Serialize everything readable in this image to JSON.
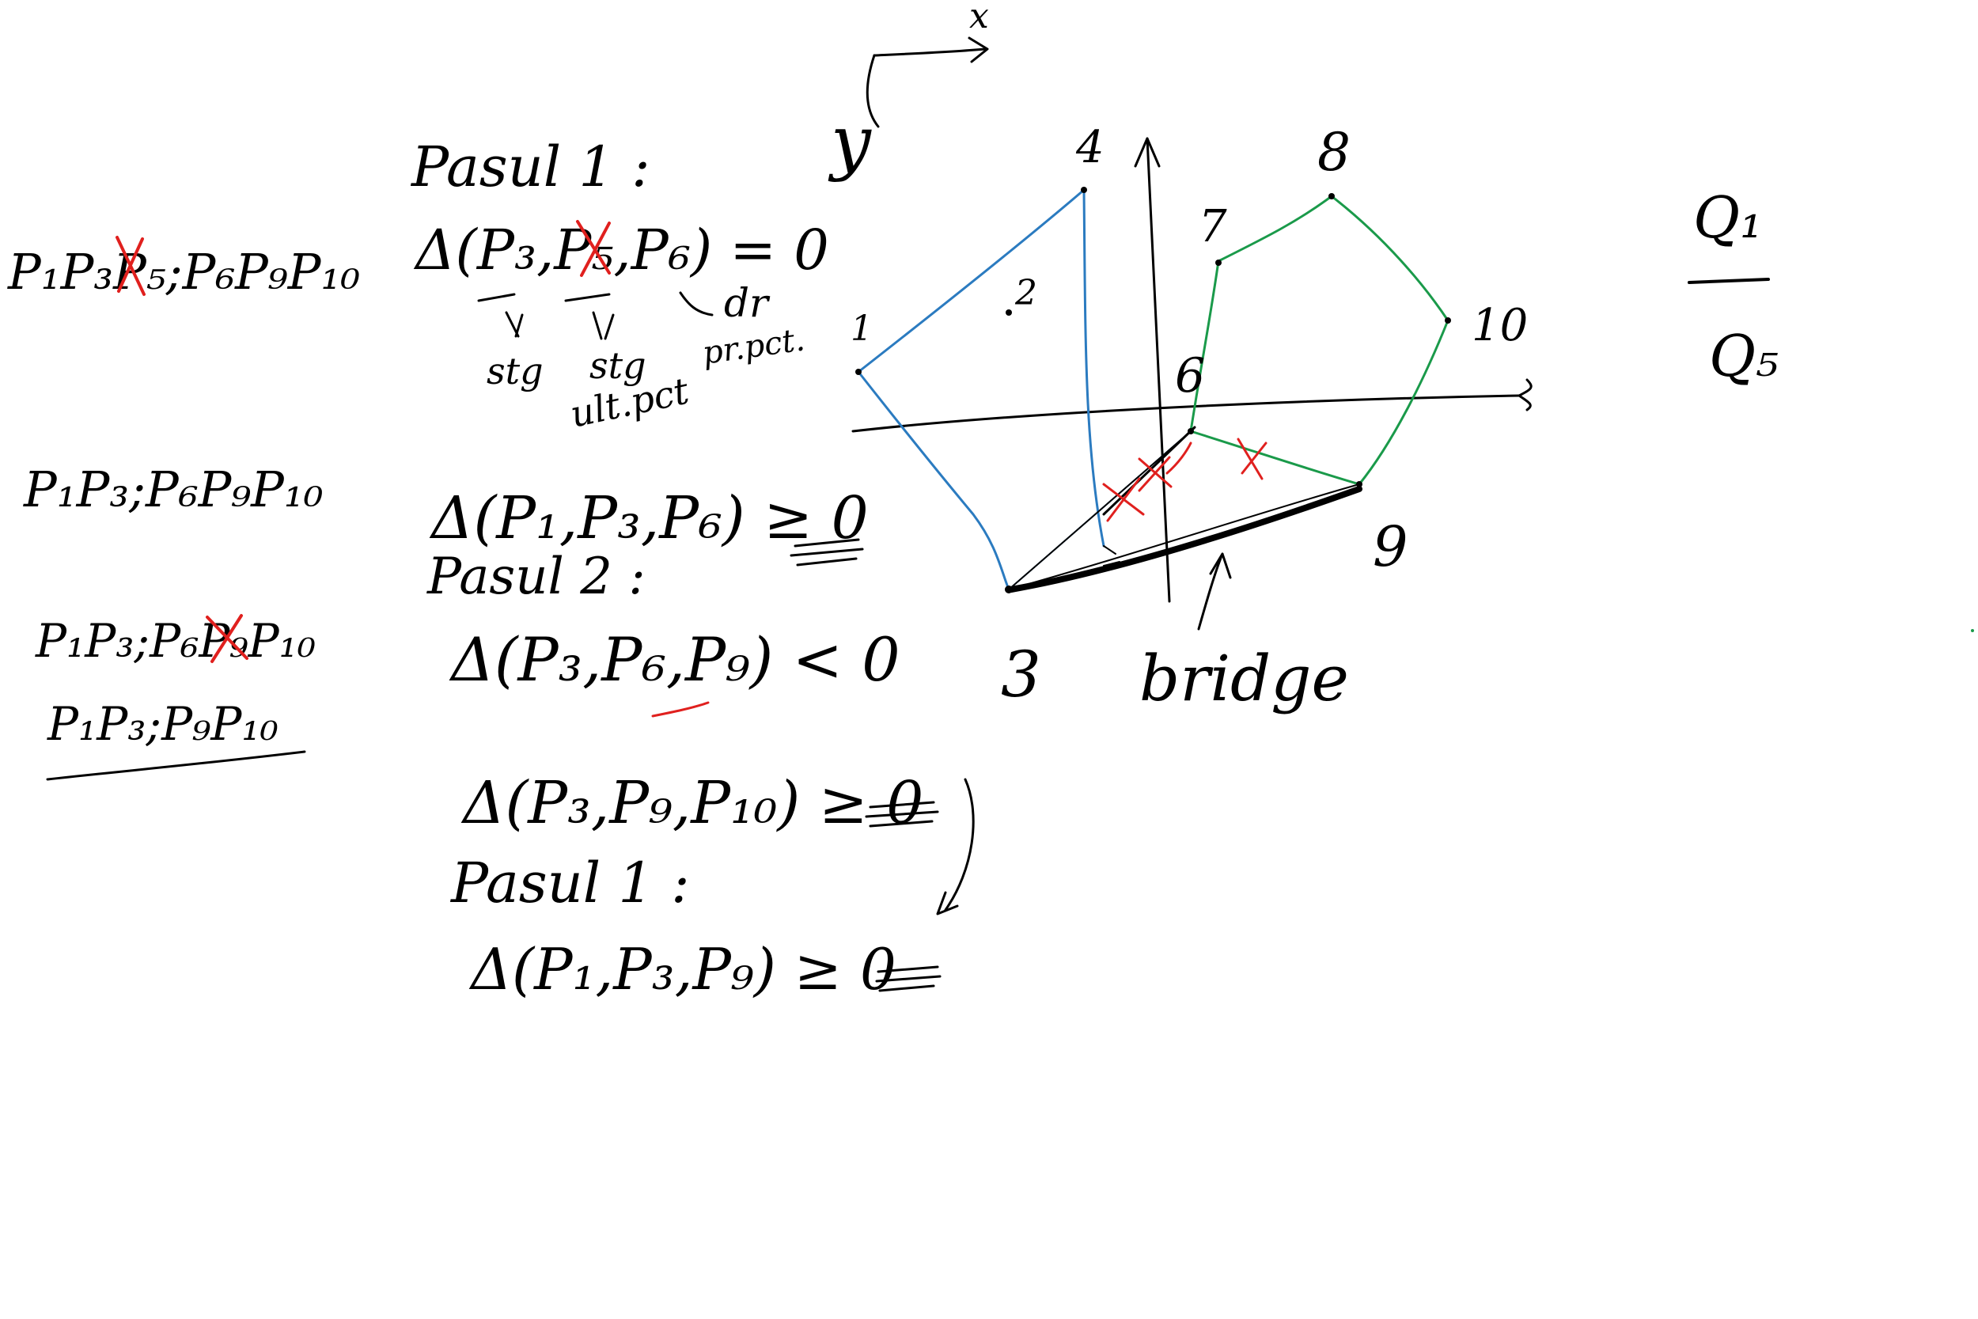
{
  "colors": {
    "ink": "#000000",
    "blue_hull": "#2b7bc0",
    "green_hull": "#1a9a4a",
    "red_mark": "#e0201e",
    "background": "#ffffff"
  },
  "left_column": {
    "line1": "P₁P₃P₅;P₆P₉P₁₀",
    "line2": "P₁P₃;P₆P₉P₁₀",
    "line3": "P₁P₃;P₆P₉P₁₀",
    "line4": "P₁P₃;P₉P₁₀"
  },
  "steps": {
    "step1_title": "Pasul 1 :",
    "step1_eq": "Δ(P₃,P₅,P₆) = 0",
    "step1_note_a": "stg",
    "step1_note_b": "stg",
    "step1_note_b2": "ult.pct",
    "step1_note_c": "dr",
    "step1_note_c2": "pr.pct.",
    "step1_eq2": "Δ(P₁,P₃,P₆) ≥ 0",
    "step2_title": "Pasul 2 :",
    "step2_eq": "Δ(P₃,P₆,P₉) < 0",
    "step2_eq2": "Δ(P₃,P₉,P₁₀) ≥ 0",
    "step3_title": "Pasul 1 :",
    "step3_eq": "Δ(P₁,P₃,P₉) ≥ 0"
  },
  "diagram": {
    "axis_x": "x",
    "axis_y": "y",
    "point_labels": [
      "1",
      "2",
      "3",
      "4",
      "6",
      "7",
      "8",
      "9",
      "10"
    ],
    "bridge_label": "bridge"
  },
  "right_note": {
    "top": "Q₁",
    "bottom": "Q₅"
  }
}
